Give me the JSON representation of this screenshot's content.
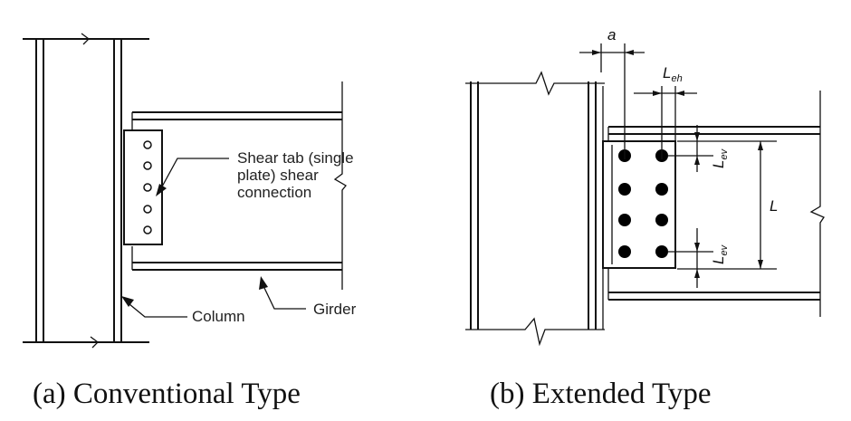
{
  "left": {
    "shear_tab_label_1": "Shear tab (single",
    "shear_tab_label_2": "plate) shear",
    "shear_tab_label_3": "connection",
    "column_label": "Column",
    "girder_label": "Girder",
    "caption": "(a)  Conventional  Type"
  },
  "right": {
    "dim_a": "a",
    "dim_leh": "L",
    "dim_leh_sub": "eh",
    "dim_lev_top": "L",
    "dim_lev_top_sub": "ev",
    "dim_L": "L",
    "dim_lev_bottom": "L",
    "dim_lev_bottom_sub": "ev",
    "caption": "(b)  Extended  Type"
  }
}
